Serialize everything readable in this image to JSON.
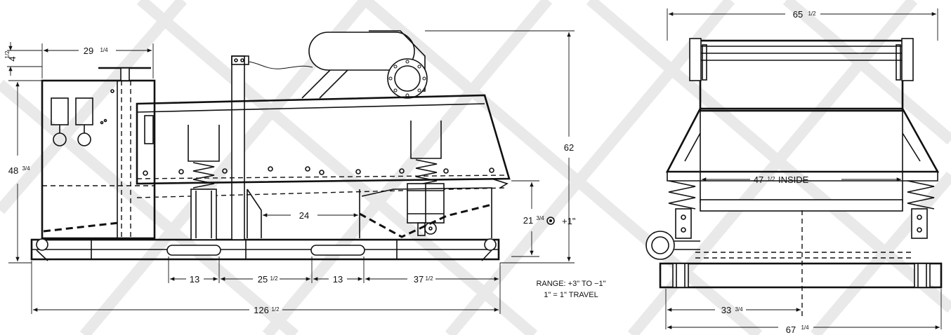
{
  "side_view": {
    "dimensions": {
      "top_height": "4",
      "top_height_frac": "1/2",
      "panel_width": "29",
      "panel_width_frac": "1/4",
      "panel_height": "48",
      "panel_height_frac": "3/4",
      "overall_height": "62",
      "inner_span": "24",
      "adjust_height": "21",
      "adjust_height_frac": "3/4",
      "adjust_plus": "+1\"",
      "slot1": "13",
      "mid_span": "25",
      "mid_span_frac": "1/2",
      "slot2": "13",
      "end_span": "37",
      "end_span_frac": "1/2",
      "overall_length": "126",
      "overall_length_frac": "1/2"
    },
    "notes": {
      "range": "RANGE: +3\" TO −1\"",
      "travel": "1\" = 1\" TRAVEL"
    }
  },
  "end_view": {
    "dimensions": {
      "top_width": "65",
      "top_width_frac": "1/2",
      "inside_width": "47",
      "inside_width_frac": "1/2",
      "inside_label": "INSIDE",
      "half_width": "33",
      "half_width_frac": "3/4",
      "base_width": "67",
      "base_width_frac": "1/4"
    }
  }
}
